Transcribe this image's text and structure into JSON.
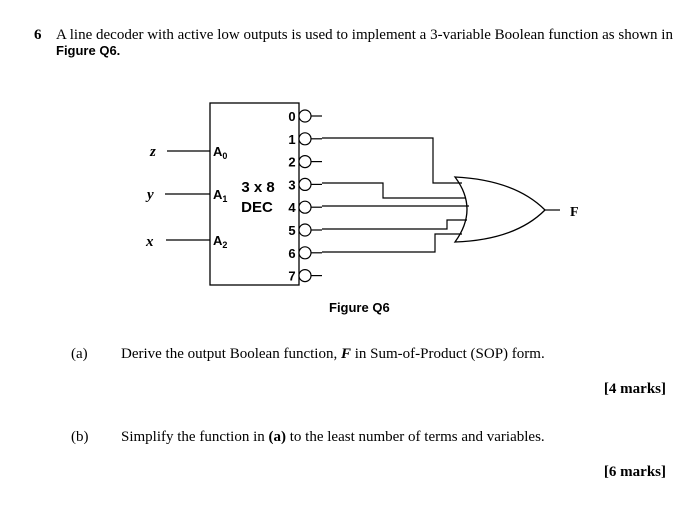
{
  "question": {
    "number": "6",
    "text": "A line decoder with active low outputs is used to implement a 3-variable Boolean function as shown in",
    "figure_ref": "Figure Q6."
  },
  "figure": {
    "caption": "Figure Q6",
    "decoder": {
      "label_line1": "3 x 8",
      "label_line2": "DEC",
      "inputs": [
        {
          "var": "z",
          "pin": "A",
          "sub": "0"
        },
        {
          "var": "y",
          "pin": "A",
          "sub": "1"
        },
        {
          "var": "x",
          "pin": "A",
          "sub": "2"
        }
      ],
      "outputs": [
        "0",
        "1",
        "2",
        "3",
        "4",
        "5",
        "6",
        "7"
      ],
      "connected_outputs": [
        1,
        3,
        4,
        5,
        6
      ]
    },
    "output_label": "F"
  },
  "parts": [
    {
      "label": "(a)",
      "text_before": "Derive the output Boolean function, ",
      "var": "F",
      "text_after": " in Sum-of-Product (SOP) form.",
      "marks": "[4 marks]"
    },
    {
      "label": "(b)",
      "text_before": "Simplify the function in ",
      "ref": "(a)",
      "text_after": " to the least number of terms and variables.",
      "marks": "[6 marks]"
    }
  ]
}
